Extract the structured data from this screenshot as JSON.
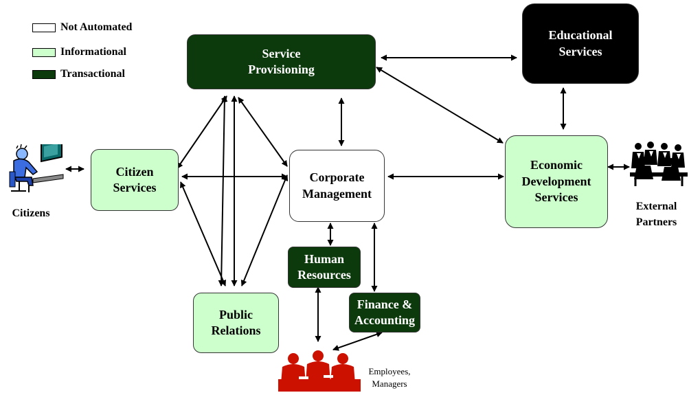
{
  "legend": {
    "not_automated": "Not Automated",
    "informational": "Informational",
    "transactional": "Transactional"
  },
  "nodes": {
    "service_provisioning": "Service\nProvisioning",
    "educational_services": "Educational\nServices",
    "citizen_services": "Citizen\nServices",
    "corporate_management": "Corporate\nManagement",
    "economic_development_services": "Economic\nDevelopment\nServices",
    "human_resources": "Human\nResources",
    "finance_accounting": "Finance &\nAccounting",
    "public_relations": "Public\nRelations"
  },
  "actors": {
    "citizens": "Citizens",
    "external_partners": "External\nPartners",
    "employees_managers": "Employees,\nManagers"
  },
  "colors": {
    "not_automated": "#ffffff",
    "informational": "#ccffcc",
    "transactional": "#0c3a0c",
    "educational": "#000000",
    "employees_figure": "#cc1100"
  }
}
